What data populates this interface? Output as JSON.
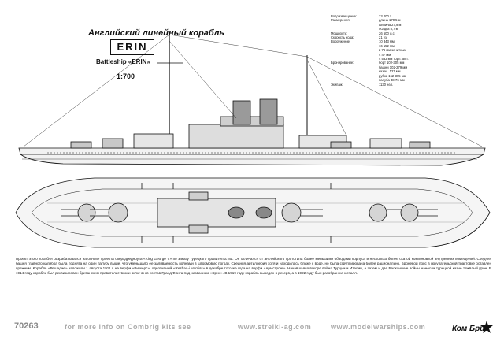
{
  "header": {
    "title_ru": "Английский линейный корабль",
    "ship_name": "ERIN",
    "subtitle_en": "Battleship «ERIN»",
    "scale": "1:700"
  },
  "specs": [
    {
      "k": "Водоизмещение:",
      "v": "23 000 т"
    },
    {
      "k": "Размерения:",
      "v": "длина 170,5 м"
    },
    {
      "k": "",
      "v": "ширина 27,9 м"
    },
    {
      "k": "",
      "v": "осадка 8,7 м"
    },
    {
      "k": "Мощность:",
      "v": "26 500 л.с."
    },
    {
      "k": "Скорость хода:",
      "v": "21 уз."
    },
    {
      "k": "Вооружение:",
      "v": "10 343 мм"
    },
    {
      "k": "",
      "v": "16 152 мм"
    },
    {
      "k": "",
      "v": "2 76 мм зенитных"
    },
    {
      "k": "",
      "v": "4 47 мм"
    },
    {
      "k": "",
      "v": "4 533 мм торп. апп."
    },
    {
      "k": "Бронирование:",
      "v": "борт 102-305 мм"
    },
    {
      "k": "",
      "v": "башни 102-279 мм"
    },
    {
      "k": "",
      "v": "казем. 127 мм"
    },
    {
      "k": "",
      "v": "рубка 152-305 мм"
    },
    {
      "k": "",
      "v": "палуба 38-76 мм"
    },
    {
      "k": "Экипаж:",
      "v": "1130 чел."
    }
  ],
  "description": "Проект этого корабля разрабатывался на основе проекта сверхдредноута «King George V» по заказу турецкого правительства. Он отличался от английского прототипа более меньшими обводами корпуса и несколько более скатой компоновкой внутренних помещений. Средняя башня главного калибра была поднята на один палубу выше, что уменьшало ее заливаемость волнами в штормовую погоду. Средняя артиллерия хотя и находилась ближе к воде, но была сгруппирована более рационально. Броневой пояс в покупательской трактовке оставлен прежним. Корабль «Решадие» заложили 1 августа 1911 г. на верфи «Виккерс», однотипный «Reshad-i Hamiss» в декабре того же года на верфи «Армстронг». Начавшаяся вскоре война Турции и Италии, а затем и две Балканские войны нанесли турецкой казне тяжёлый урон. В 1914 году корабль был реквизирован британским правительством и включён в состав Гранд Флита под названием «Эрин». В 1919 году корабль выведен в резерв, а в 1922 году был разобран на металл.",
  "footer": {
    "code": "70263",
    "url1": "for more info on Combrig kits see",
    "url2": "www.strelki-ag.com",
    "url3": "www.modelwarships.com",
    "logo": "Ком Бриг"
  }
}
